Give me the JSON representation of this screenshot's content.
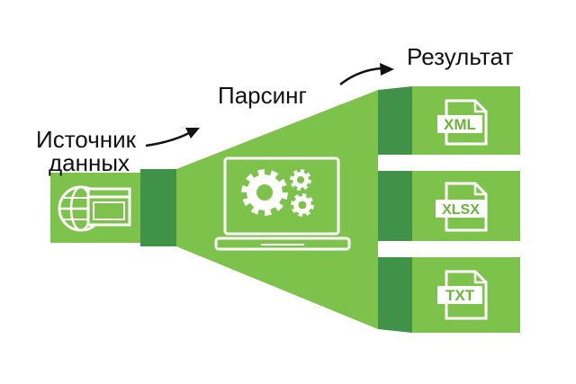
{
  "labels": {
    "source_line1": "Источник",
    "source_line2": "данных",
    "parsing": "Парсинг",
    "result": "Результат"
  },
  "outputs": [
    {
      "format": "XML",
      "icon": "xml-file-icon"
    },
    {
      "format": "XLSX",
      "icon": "xlsx-file-icon"
    },
    {
      "format": "TXT",
      "icon": "txt-file-icon"
    }
  ],
  "icons": {
    "source": "globe-browser-icon",
    "processor": "laptop-gears-icon"
  },
  "colors": {
    "green_light": "#7dc24a",
    "green_mid": "#6bb33d",
    "green_dark": "#3f9248",
    "white": "#ffffff",
    "text": "#111111"
  }
}
